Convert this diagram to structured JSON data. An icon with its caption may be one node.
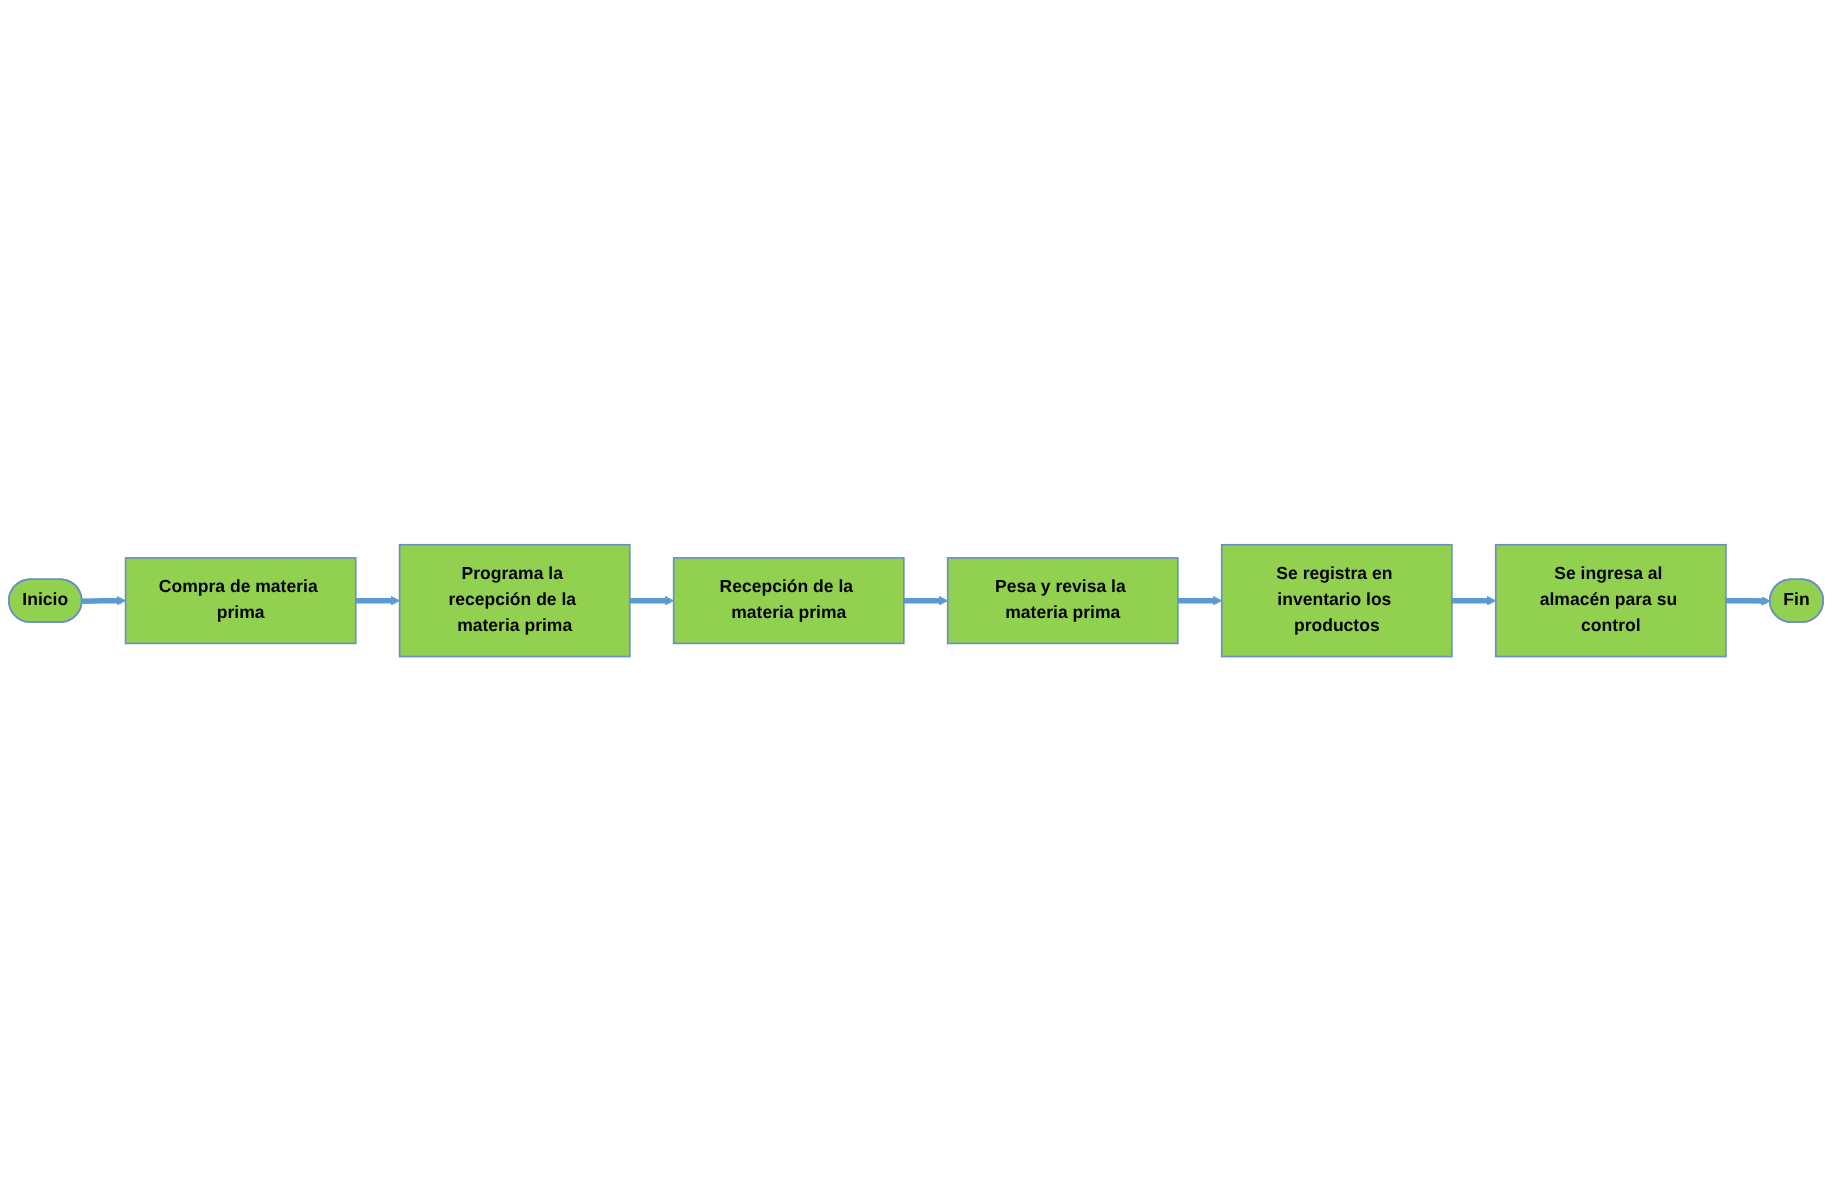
{
  "diagram": {
    "nodes": [
      {
        "text": [
          "Inicio"
        ]
      },
      {
        "text": [
          "Compra de materia prima"
        ]
      },
      {
        "text": [
          "Programa la recepción de la materia prima"
        ]
      },
      {
        "text": [
          "Recepción de la materia prima"
        ]
      },
      {
        "text": [
          "Pesa y revisa la materia prima"
        ]
      },
      {
        "text": [
          "Se registra en inventario los productos"
        ]
      },
      {
        "text": [
          "Se ingresa al almacén para su control"
        ]
      },
      {
        "text": [
          "Fin"
        ]
      }
    ],
    "edges": [
      {
        "from": 0,
        "to": 1,
        "arrow": "to"
      },
      {
        "from": 1,
        "to": 2,
        "arrow": "to"
      },
      {
        "from": 2,
        "to": 3,
        "arrow": "to"
      },
      {
        "from": 3,
        "to": 4,
        "arrow": "to"
      },
      {
        "from": 4,
        "to": 5,
        "arrow": "to"
      },
      {
        "from": 5,
        "to": 6,
        "arrow": "to"
      },
      {
        "from": 6,
        "to": 7,
        "arrow": "to"
      }
    ]
  }
}
